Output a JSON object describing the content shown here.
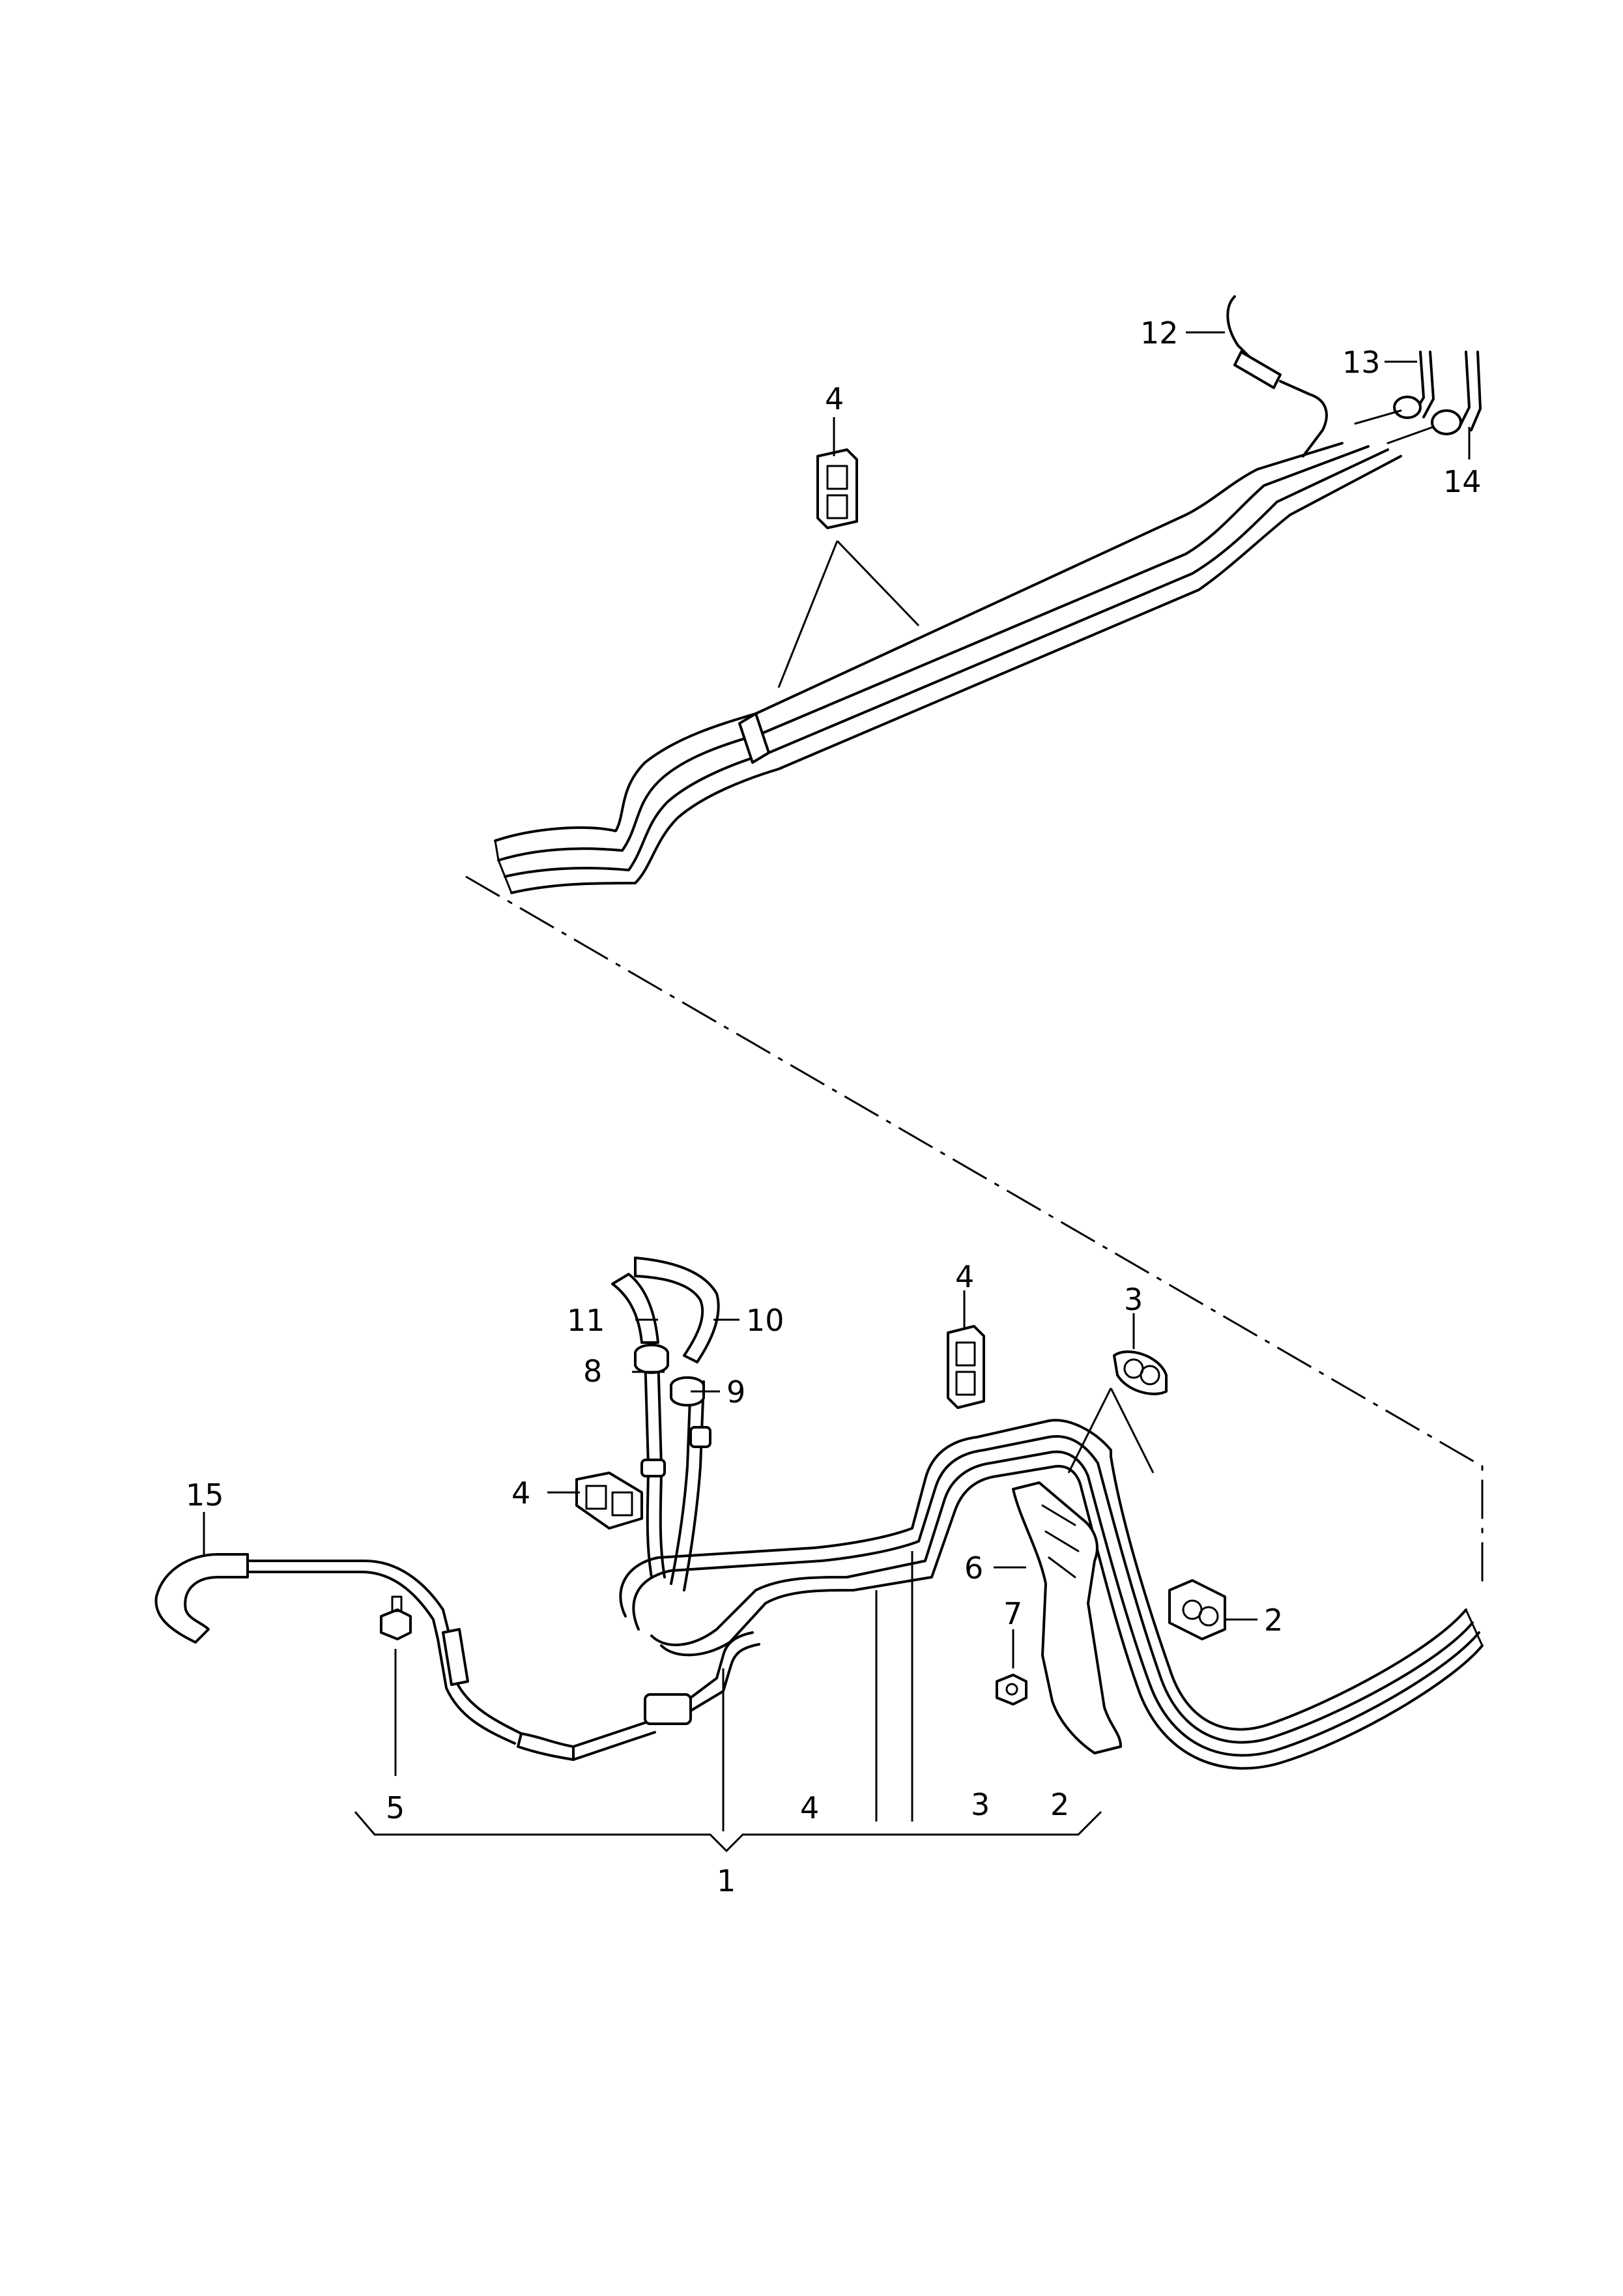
{
  "colors": {
    "line": "#000000",
    "background": "#ffffff"
  },
  "callouts": [
    {
      "id": "c12",
      "text": "12"
    },
    {
      "id": "c13",
      "text": "13"
    },
    {
      "id": "c14",
      "text": "14"
    },
    {
      "id": "c4a",
      "text": "4"
    },
    {
      "id": "c4b",
      "text": "4"
    },
    {
      "id": "c3",
      "text": "3"
    },
    {
      "id": "c11",
      "text": "11"
    },
    {
      "id": "c10",
      "text": "10"
    },
    {
      "id": "c8",
      "text": "8"
    },
    {
      "id": "c9",
      "text": "9"
    },
    {
      "id": "c4c",
      "text": "4"
    },
    {
      "id": "c15",
      "text": "15"
    },
    {
      "id": "c6",
      "text": "6"
    },
    {
      "id": "c7",
      "text": "7"
    },
    {
      "id": "c2",
      "text": "2"
    },
    {
      "id": "c5",
      "text": "5"
    },
    {
      "id": "c4d",
      "text": "4"
    },
    {
      "id": "c3b",
      "text": "3"
    },
    {
      "id": "c2b",
      "text": "2"
    },
    {
      "id": "c1",
      "text": "1"
    }
  ]
}
